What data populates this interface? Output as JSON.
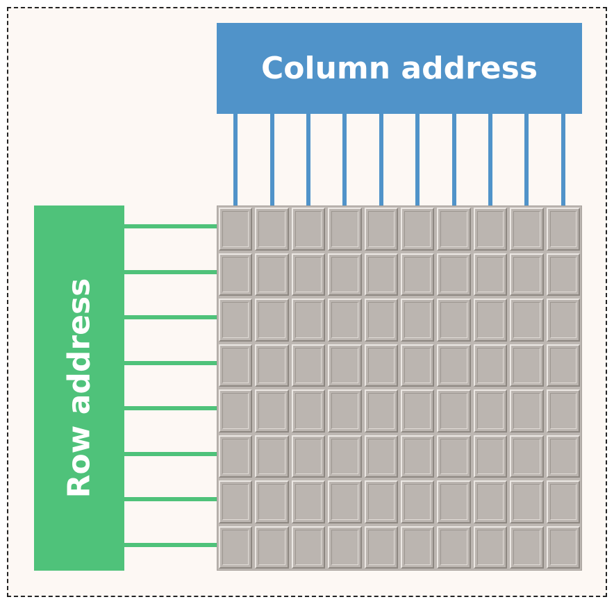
{
  "labels": {
    "column": "Column address",
    "row": "Row address"
  },
  "grid": {
    "rows": 8,
    "columns": 10
  },
  "colors": {
    "column_accent": "#5093c9",
    "row_accent": "#4fc27a"
  }
}
